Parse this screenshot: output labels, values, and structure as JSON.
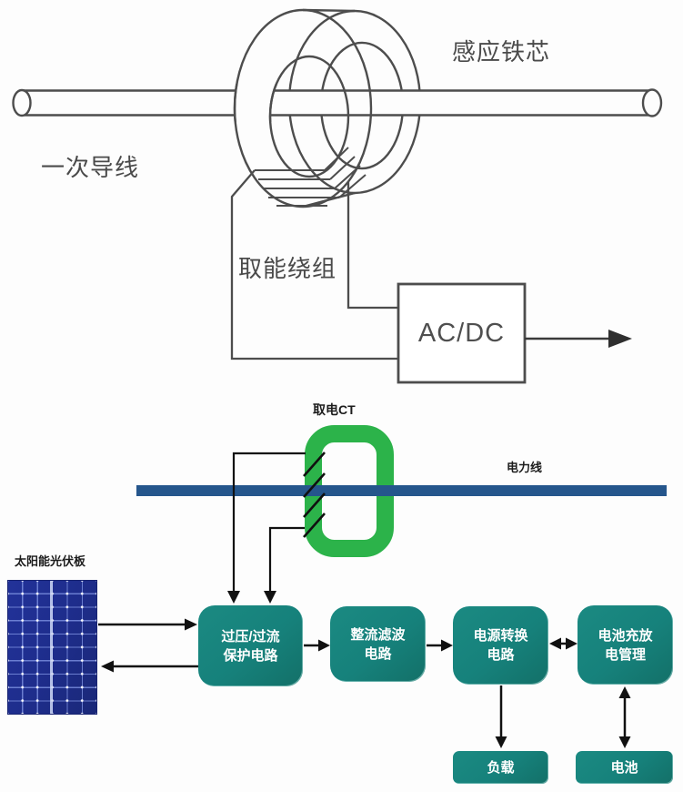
{
  "colors": {
    "block_teal": "#16817b",
    "ct_green": "#2cb34a",
    "power_line_blue": "#25568c",
    "solar_panel_blue": "#1e2d8c",
    "diagram_stroke_gray": "#4d4d4d",
    "arrow_black": "#111111"
  },
  "top_diagram": {
    "core_label": "感应铁芯",
    "primary_conductor_label": "一次导线",
    "winding_label": "取能绕组",
    "converter_label": "AC/DC"
  },
  "bottom_diagram": {
    "ct_label": "取电CT",
    "power_line_label": "电力线",
    "solar_panel_label": "太阳能光伏板",
    "blocks": {
      "protection": {
        "line1": "过压/过流",
        "line2": "保护电路"
      },
      "rectifier": {
        "line1": "整流滤波",
        "line2": "电路"
      },
      "converter": {
        "line1": "电源转换",
        "line2": "电路"
      },
      "battery_mgmt": {
        "line1": "电池充放",
        "line2": "电管理"
      },
      "load": {
        "line1": "负载"
      },
      "battery": {
        "line1": "电池"
      }
    }
  }
}
